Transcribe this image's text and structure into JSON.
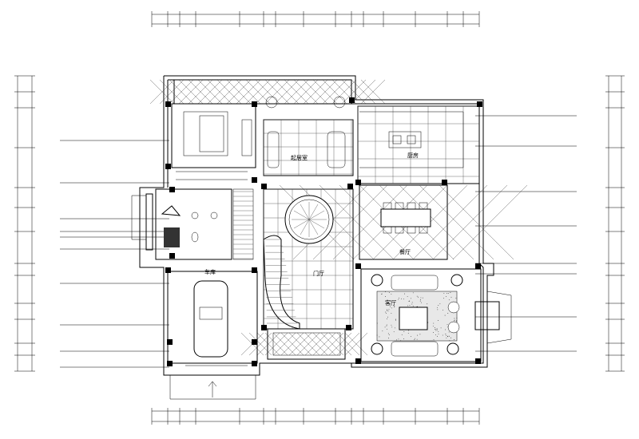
{
  "drawing": {
    "rooms": {
      "family_room": "起居室",
      "kitchen": "厨房",
      "dining": "餐厅",
      "foyer": "门厅",
      "living": "客厅",
      "garage": "车库"
    }
  }
}
